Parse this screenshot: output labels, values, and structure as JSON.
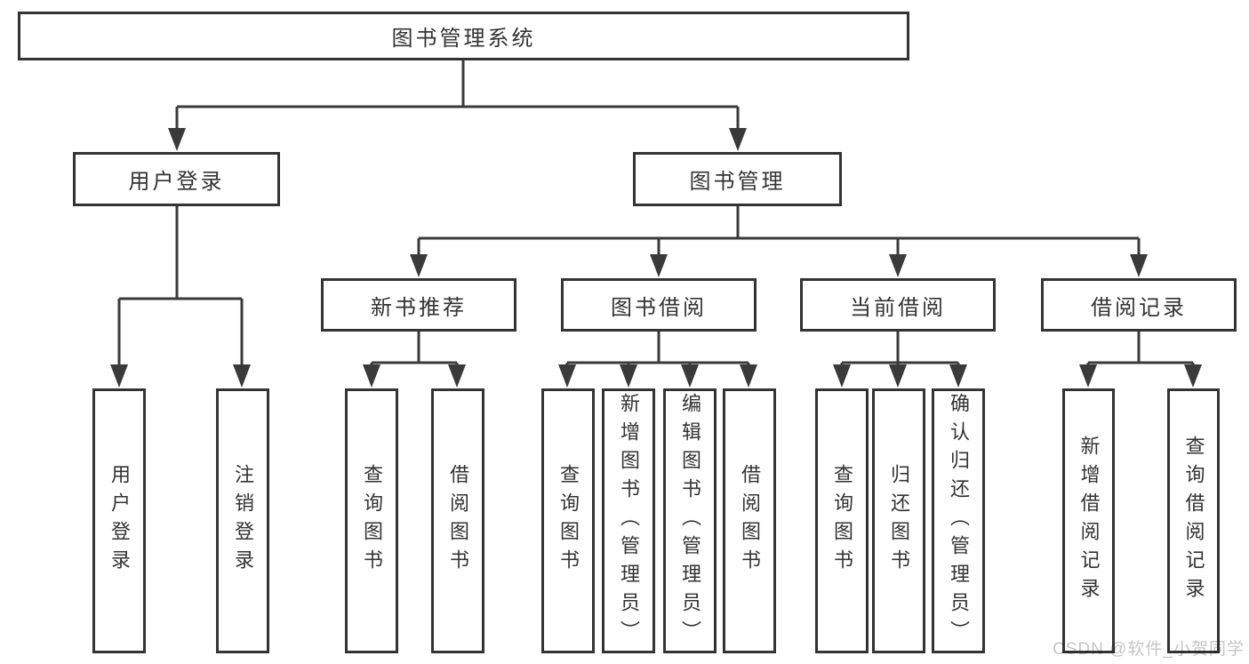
{
  "diagram": {
    "root": {
      "label": "图书管理系统"
    },
    "branches": [
      {
        "label": "用户登录",
        "children": [
          "用户登录",
          "注销登录"
        ]
      },
      {
        "label": "图书管理",
        "groups": [
          {
            "label": "新书推荐",
            "children": [
              "查询图书",
              "借阅图书"
            ]
          },
          {
            "label": "图书借阅",
            "children": [
              "查询图书",
              "新增图书（管理员）",
              "编辑图书（管理员）",
              "借阅图书"
            ]
          },
          {
            "label": "当前借阅",
            "children": [
              "查询图书",
              "归还图书",
              "确认归还（管理员）"
            ]
          },
          {
            "label": "借阅记录",
            "children": [
              "新增借阅记录",
              "查询借阅记录"
            ]
          }
        ]
      }
    ]
  },
  "watermark": {
    "text": "CSDN @软件_小贺同学"
  },
  "colors": {
    "line": "#3a3a3a",
    "box_border": "#333333",
    "text": "#333333",
    "watermark": "#c6c6c6",
    "background": "#ffffff"
  }
}
